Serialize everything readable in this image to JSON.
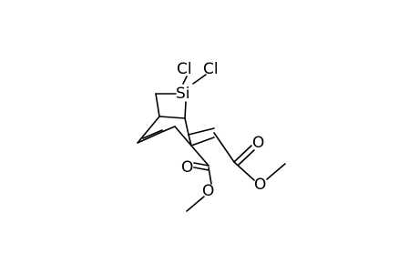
{
  "molecule": {
    "atoms": {
      "cl_left": "Cl",
      "cl_right": "Cl",
      "si": "Si",
      "o_carbonyl_right": "O",
      "o_ester_right": "O",
      "o_carbonyl_left": "O",
      "o_ester_left": "O"
    },
    "colors": {
      "bond": "#000000",
      "label": "#000000",
      "background": "#ffffff"
    }
  }
}
